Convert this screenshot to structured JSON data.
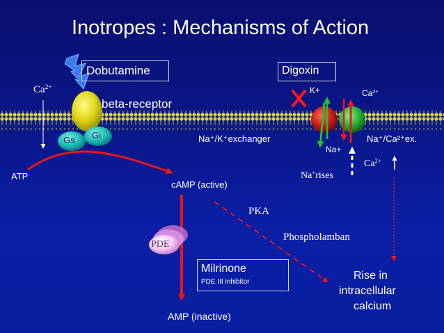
{
  "title": "Inotropes : Mechanisms of Action",
  "drugs": {
    "dobutamine": "Dobutamine",
    "digoxin": "Digoxin",
    "milrinone": "Milrinone",
    "milrinone_sub": "PDE III inhibitor"
  },
  "labels": {
    "ca_left_base": "Ca",
    "ca_left_sup": "2+",
    "beta_receptor": "beta-receptor",
    "gs": "Gs",
    "gi": "Gi",
    "atp": "ATP",
    "camp": "cAMP (active)",
    "amp": "AMP (inactive)",
    "pde": "PDE",
    "pka": "PKA",
    "phospholamban": "Phospholamban",
    "rise_line1": "Rise in",
    "rise_line2": "intracellular",
    "rise_line3": "calcium",
    "nak_exchanger": "Na⁺/K⁺exchanger",
    "k_plus": "K+",
    "ca_top_base": "Ca",
    "ca_top_sup": "2+",
    "na_plus": "Na+",
    "naca_ex": "Na⁺/Ca²⁺ex.",
    "na_rises_base": "Na",
    "na_rises_sup": "+",
    "na_rises_rest": "rises",
    "ca_right_base": "Ca",
    "ca_right_sup": "2+"
  },
  "colors": {
    "background": "#0b1aa0",
    "membrane": "#d6d24a",
    "arrow_red": "#e81818",
    "receptor_yellow": "#dcd414",
    "g_protein_teal": "#1bb5b0",
    "channel_red": "#c01818",
    "channel_green": "#20a832",
    "pde_pink": "#e8a0e8",
    "bolt_blue": "#3a7cf0"
  },
  "icons": [
    "lightning-bolt-icon",
    "inhibition-x-icon"
  ]
}
